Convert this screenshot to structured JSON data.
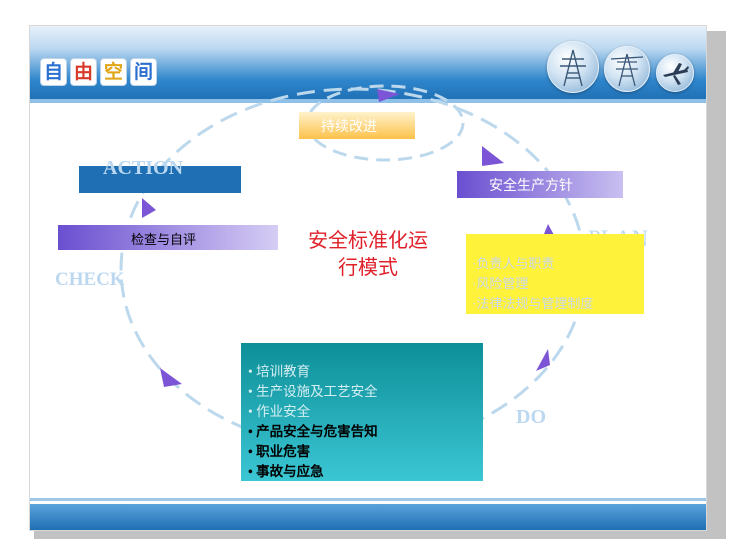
{
  "logo": {
    "chars": [
      "自",
      "由",
      "空",
      "间"
    ],
    "colors": [
      "#2b6fd0",
      "#d83a2a",
      "#e0a515",
      "#2b6fd0"
    ]
  },
  "header_icons": [
    "power-tower-icon",
    "power-tower-icon",
    "airplane-icon"
  ],
  "center_title": {
    "line1": "安全标准化运",
    "line2": "行模式",
    "color": "#e0202a"
  },
  "phases": {
    "action": "ACTION",
    "plan": "PLAN",
    "check": "CHECK",
    "do": "DO",
    "label_color": "#bcd8f0"
  },
  "boxes": {
    "improve": {
      "text": "持续改进",
      "fill": "#fcc24a"
    },
    "policy": {
      "text": "安全生产方针",
      "fill": "#6a4fd0"
    },
    "check": {
      "text": "检查与自评",
      "fill": "#6a4fd0"
    },
    "action_bar": {
      "fill": "#1e6fb4"
    },
    "plan": {
      "items": [
        "·负责人与职责",
        "·风险管理",
        "·法律法规与管理制度"
      ],
      "fill": "#fff23a"
    },
    "do": {
      "items": [
        "• 培训教育",
        "• 生产设施及工艺安全",
        "• 作业安全",
        "• 产品安全与危害告知",
        "• 职业危害",
        "• 事故与应急"
      ],
      "fill": "#13a9b8"
    }
  },
  "arrow_color": "#7b55d6",
  "ring_color": "#bcd8ec"
}
